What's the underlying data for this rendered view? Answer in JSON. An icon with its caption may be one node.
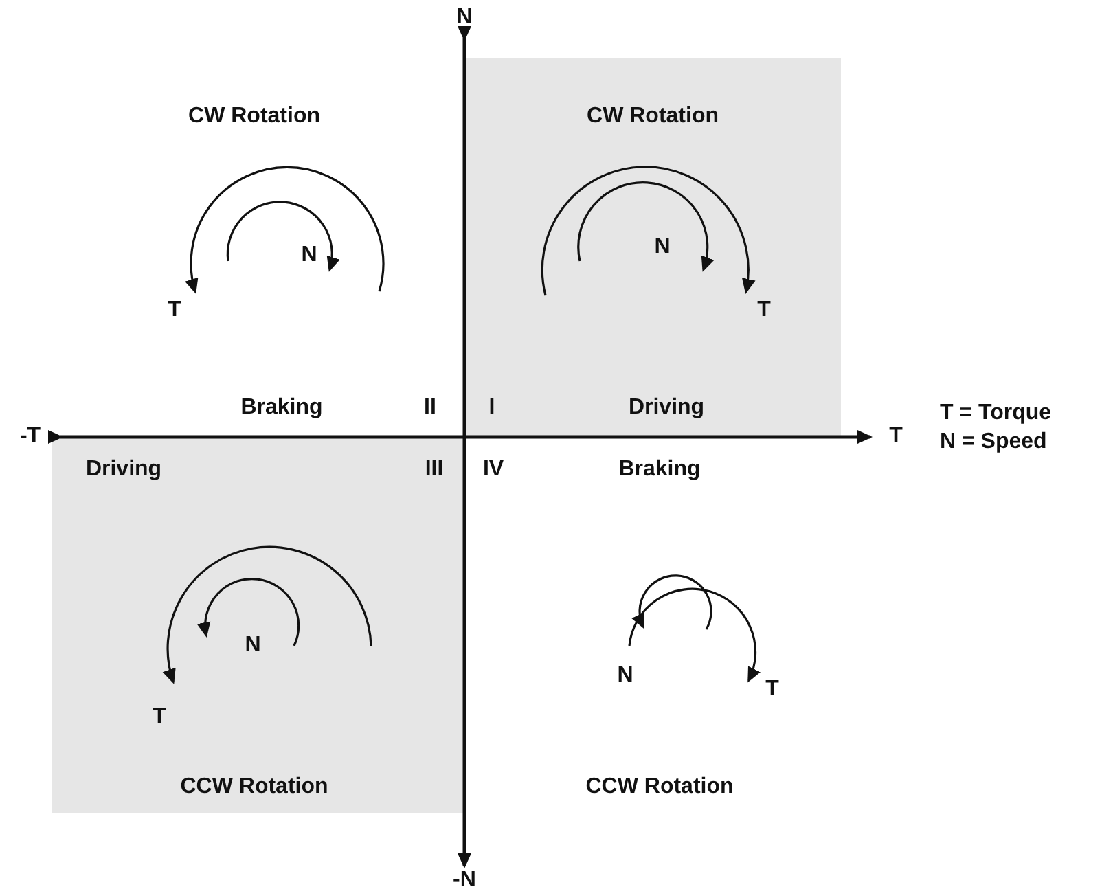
{
  "diagram": {
    "labels": [
      "N",
      "CW Rotation",
      "CW Rotation",
      "N",
      "T",
      "N",
      "T",
      "Braking",
      "II",
      "I",
      "Driving",
      "-T",
      "T",
      "T = Torque",
      "N = Speed",
      "Driving",
      "III",
      "IV",
      "Braking",
      "N",
      "T",
      "N",
      "T",
      "CCW Rotation",
      "CCW Rotation",
      "-N"
    ]
  }
}
